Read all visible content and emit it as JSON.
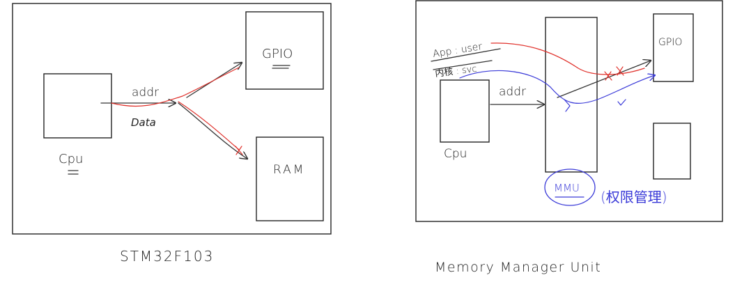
{
  "left_diagram": {
    "cpu_label": "Cpu",
    "gpio_label": "GPIO",
    "ram_label": "RAM",
    "addr_label": "addr",
    "data_label": "Data",
    "caption": "STM32F103"
  },
  "right_diagram": {
    "app_label": "App : user",
    "kernel_label": "内核 : svc",
    "addr_label": "addr",
    "cpu_label": "Cpu",
    "gpio_label": "GPIO",
    "mmu_label": "MMU",
    "permission_label": "(权限管理)",
    "caption": "Memory Manager Unit"
  },
  "colors": {
    "ink": "#333333",
    "red": "#e0302a",
    "blue": "#3a3ad8"
  }
}
